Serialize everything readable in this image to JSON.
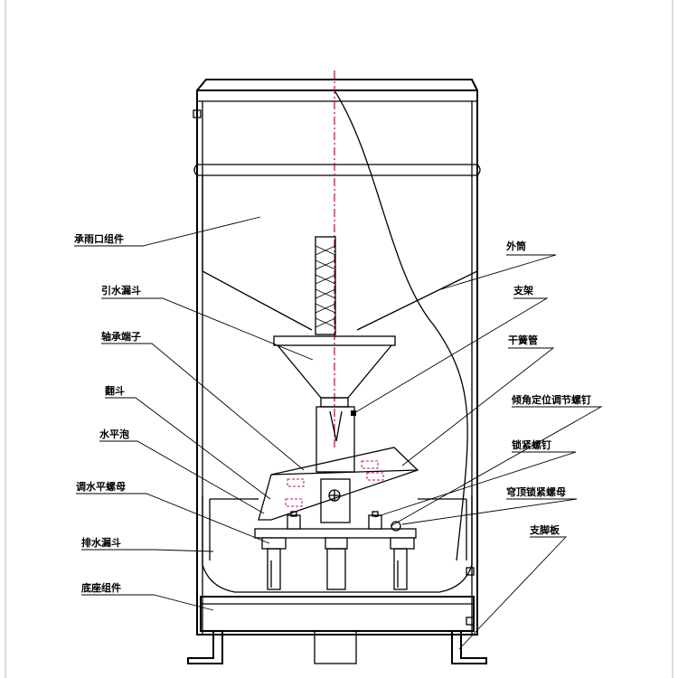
{
  "labels": {
    "rain_inlet_assembly": "承雨口组件",
    "outer_cylinder": "外筒",
    "water_guide_funnel": "引水漏斗",
    "bracket": "支架",
    "bearing_screw": "轴承端子",
    "reed_switch": "干簧管",
    "tipping_bucket": "翻斗",
    "tilt_limit_screw": "倾角定位调节螺钉",
    "level_bubble": "水平泡",
    "lock_screw": "锁紧螺钉",
    "leveling_nut": "调水平螺母",
    "top_lock_nut": "穹顶锁紧螺母",
    "drain_funnel": "排水漏斗",
    "support_plate": "支脚板",
    "base_assembly": "底座组件"
  },
  "colors": {
    "line": "#000000",
    "centerline": "#b0102a",
    "hidden_detail": "#c0107a",
    "background": "#ffffff"
  }
}
